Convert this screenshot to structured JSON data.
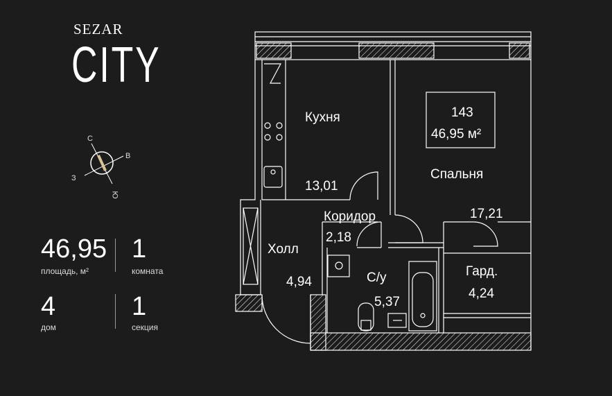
{
  "brand": {
    "line1": "SEZAR",
    "line2": "CITY"
  },
  "compass": {
    "north": "С",
    "east": "В",
    "south": "Ю",
    "west": "З"
  },
  "stats": {
    "area": {
      "value": "46,95",
      "label": "площадь, м²"
    },
    "rooms": {
      "value": "1",
      "label": "комната"
    },
    "building": {
      "value": "4",
      "label": "дом"
    },
    "section": {
      "value": "1",
      "label": "секция"
    }
  },
  "plan": {
    "apartment_number": "143",
    "total_area": "46,95 м²",
    "rooms": [
      {
        "name": "Кухня",
        "area": "13,01"
      },
      {
        "name": "Спальня",
        "area": "17,21"
      },
      {
        "name": "Коридор",
        "area": "2,18"
      },
      {
        "name": "Холл",
        "area": "4,94"
      },
      {
        "name": "С/у",
        "area": "5,37"
      },
      {
        "name": "Гард.",
        "area": "4,24"
      }
    ]
  },
  "colors": {
    "background": "#1c1c1c",
    "lines": "#ffffff"
  }
}
